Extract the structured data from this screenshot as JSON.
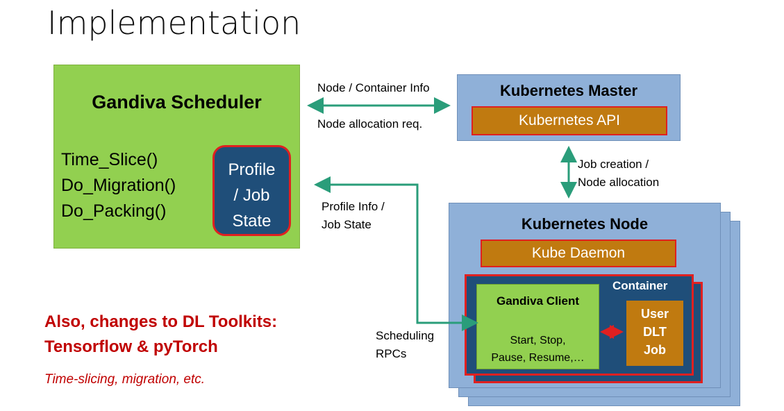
{
  "title": "Implementation",
  "scheduler": {
    "title": "Gandiva Scheduler",
    "functions": [
      "Time_Slice()",
      "Do_Migration()",
      "Do_Packing()"
    ],
    "profile_lines": [
      "Profile",
      "/ Job",
      "State"
    ]
  },
  "master": {
    "title": "Kubernetes Master",
    "api": "Kubernetes API"
  },
  "node": {
    "title": "Kubernetes Node",
    "daemon": "Kube Daemon",
    "container_label": "Container",
    "client_title": "Gandiva Client",
    "client_ops": [
      "Start, Stop,",
      "Pause, Resume,…"
    ],
    "job_lines": [
      "User",
      "DLT",
      "Job"
    ]
  },
  "labels": {
    "node_info": "Node / Container Info",
    "node_alloc_req": "Node allocation req.",
    "job_creation": [
      "Job creation /",
      "Node allocation"
    ],
    "profile_info": [
      "Profile Info /",
      "Job State"
    ],
    "scheduling": [
      "Scheduling",
      "RPCs"
    ]
  },
  "footer": {
    "headline": [
      "Also, changes to DL Toolkits:",
      "Tensorflow & pyTorch"
    ],
    "sub": "Time-slicing, migration, etc."
  },
  "colors": {
    "green": "#92d050",
    "blue_box": "#8fb0d8",
    "navy": "#1f4e79",
    "orange": "#c07a10",
    "red_border": "#e02020",
    "arrow_teal": "#2a9d7a",
    "text_red": "#c00000"
  }
}
